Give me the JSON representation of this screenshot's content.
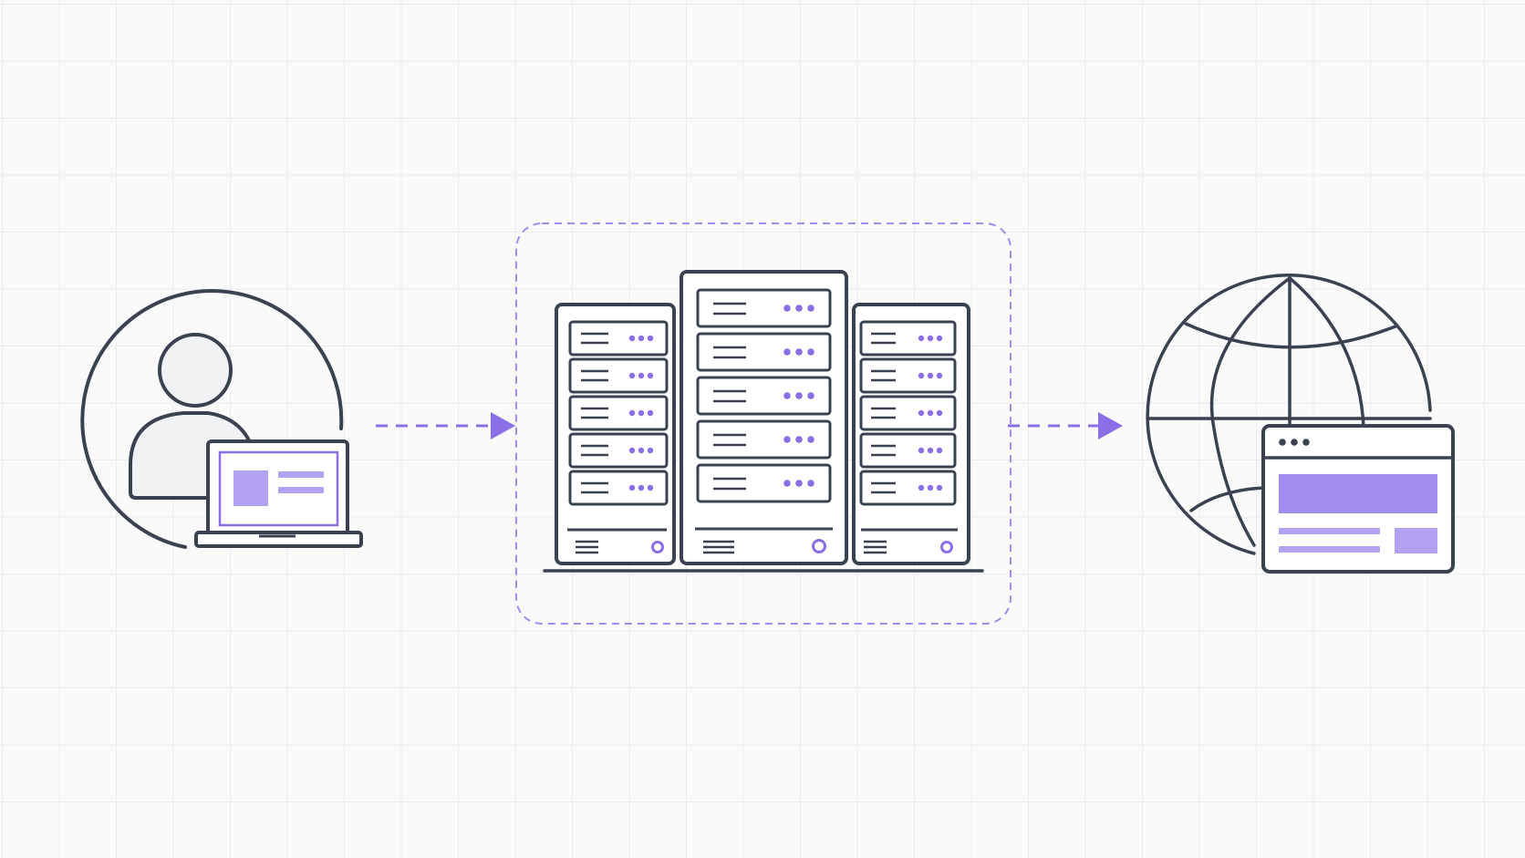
{
  "diagram": {
    "nodes": [
      {
        "id": "user",
        "icon": "user-with-laptop-icon"
      },
      {
        "id": "servers",
        "icon": "server-rack-cluster-icon",
        "group": "dashed-rounded-box"
      },
      {
        "id": "web",
        "icon": "globe-with-browser-window-icon"
      }
    ],
    "edges": [
      {
        "from": "user",
        "to": "servers",
        "style": "dashed-arrow"
      },
      {
        "from": "servers",
        "to": "web",
        "style": "dashed-arrow"
      }
    ]
  },
  "colors": {
    "background": "#fafafb",
    "grid": "#ececf0",
    "stroke": "#3a4150",
    "accent": "#8b6fe6",
    "accent_fill": "#b3a1f2",
    "person_fill": "#f1f2f4",
    "rack_fill": "#ffffff"
  }
}
